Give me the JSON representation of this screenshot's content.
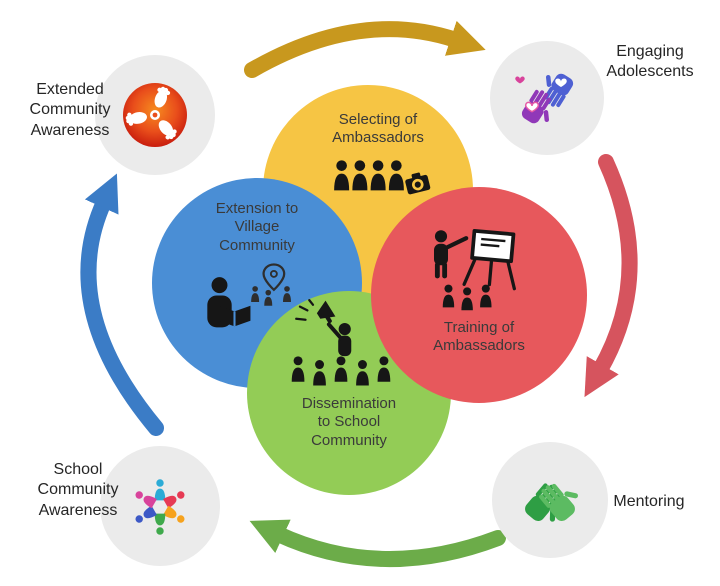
{
  "diagram": {
    "type": "cycle",
    "background": "#ffffff",
    "center_nodes": {
      "selecting": {
        "label": "Selecting of Ambassadors",
        "color": "#F6C544",
        "icon": "ambassadors-group-icon"
      },
      "extension": {
        "label": "Extension to Village Community",
        "color": "#4A8ED5",
        "icon": "village-outreach-icon"
      },
      "training": {
        "label": "Training of Ambassadors",
        "color": "#E7585C",
        "icon": "trainer-easel-icon"
      },
      "dissemination": {
        "label": "Dissemination to School Community",
        "color": "#93CC56",
        "icon": "megaphone-crowd-icon"
      }
    },
    "satellite_nodes": {
      "extended_community": {
        "label": "Extended Community Awareness",
        "circle_color": "#EBEBEB",
        "icon": "helping-hands-circle-icon"
      },
      "engaging_adolescents": {
        "label": "Engaging Adolescents",
        "circle_color": "#EBEBEB",
        "icon": "hands-with-hearts-icon"
      },
      "school_community": {
        "label": "School Community Awareness",
        "circle_color": "#EBEBEB",
        "icon": "community-people-circle-icon"
      },
      "mentoring": {
        "label": "Mentoring",
        "circle_color": "#EBEBEB",
        "icon": "supporting-hands-icon"
      }
    },
    "cycle_arrows": {
      "top": {
        "color": "#C8981E",
        "from": "Extended Community Awareness",
        "to": "Engaging Adolescents"
      },
      "right": {
        "color": "#D6545E",
        "from": "Engaging Adolescents",
        "to": "Mentoring"
      },
      "bottom": {
        "color": "#6CAC49",
        "from": "Mentoring",
        "to": "School Community Awareness"
      },
      "left": {
        "color": "#3B7CC6",
        "from": "School Community Awareness",
        "to": "Extended Community Awareness"
      }
    }
  }
}
